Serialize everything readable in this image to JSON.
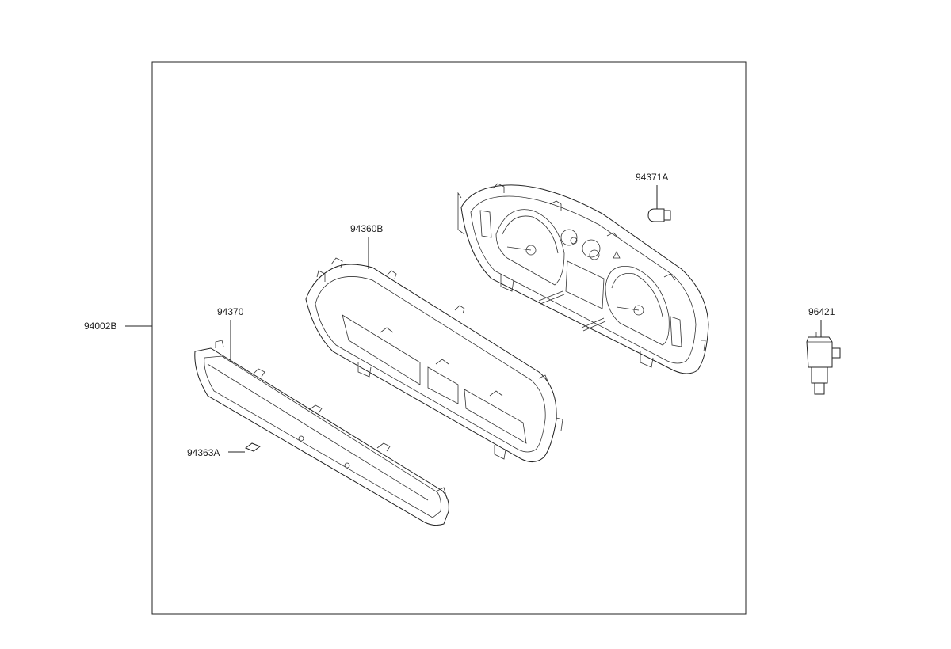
{
  "diagram": {
    "labels": {
      "assembly": "94002B",
      "cover": "94370",
      "case": "94360B",
      "bulb": "94371A",
      "clip": "94363A",
      "sensor": "96421"
    }
  }
}
